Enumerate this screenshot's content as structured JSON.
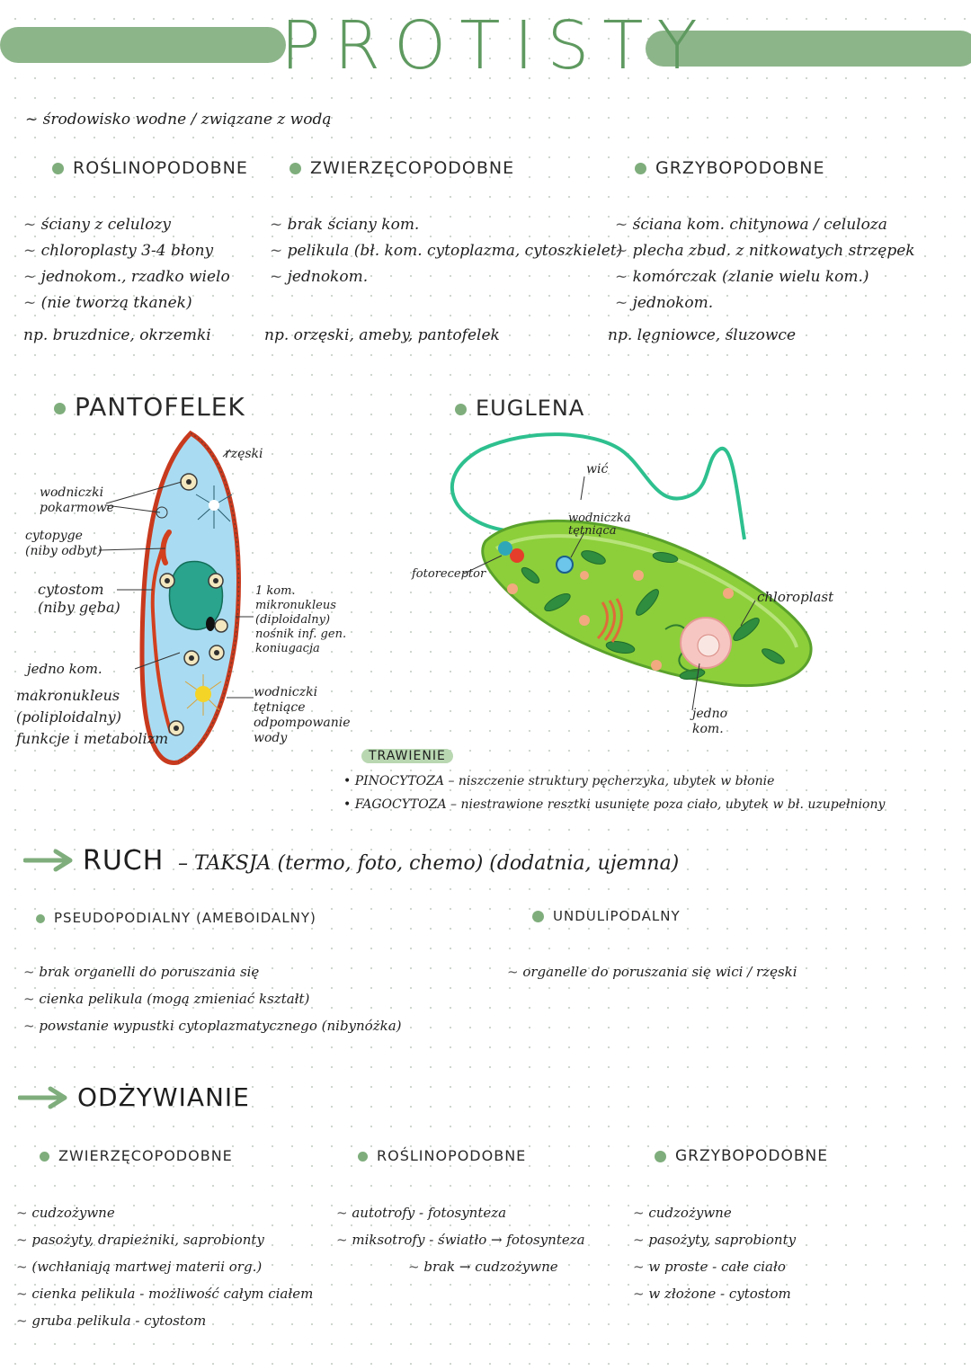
{
  "title": "PROTISTY",
  "intro": "środowisko wodne / związane z wodą",
  "groups": [
    {
      "heading": "ROŚLINOPODOBNE",
      "items": [
        "ściany z celulozy",
        "chloroplasty 3-4 błony",
        "jednokom., rzadko wielo",
        "(nie tworzą tkanek)"
      ],
      "example": "np. bruzdnice, okrzemki"
    },
    {
      "heading": "ZWIERZĘCOPODOBNE",
      "items": [
        "brak ściany kom.",
        "pelikula (bł. kom. cytoplazma, cytoszkielet)",
        "jednokom."
      ],
      "example": "np. orzęski, ameby, pantofelek"
    },
    {
      "heading": "GRZYBOPODOBNE",
      "items": [
        "ściana kom. chitynowa / celuloza",
        "plecha zbud. z nitkowatych strzępek",
        "komórczak (zlanie wielu kom.)",
        "jednokom."
      ],
      "example": "np. lęgniowce, śluzowce"
    }
  ],
  "pantofelek": {
    "heading": "PANTOFELEK",
    "labels": {
      "rzeski": "rzęski",
      "wodniczki_pokarmowe": "wodniczki\npokarmowe",
      "cytopyge": "cytopyge\n(niby odbyt)",
      "cytostom": "cytostom\n(niby gęba)",
      "jedno_kom": "jedno kom.",
      "makronukleus": "makronukleus\n(poliploidalny)\nfunkcje i metabolizm",
      "mikronukleus": "1 kom.\nmikronukleus\n(diploidalny)\nnośnik inf. gen.\nkoniugacja",
      "wodniczki_tetniace": "wodniczki\ntętniące\nodpompowanie\nwody"
    }
  },
  "euglena": {
    "heading": "EUGLENA",
    "labels": {
      "wic": "wić",
      "wodniczka": "wodniczka\ntętniąca",
      "fotoreceptor": "fotoreceptor",
      "chloroplast": "chloroplast",
      "jedno_kom": "jedno\nkom."
    }
  },
  "trawienie": {
    "tag": "TRAWIENIE",
    "lines": [
      "• PINOCYTOZA – niszczenie struktury pęcherzyka, ubytek w błonie",
      "• FAGOCYTOZA – niestrawione resztki usunięte poza ciało, ubytek w bł. uzupełniony"
    ]
  },
  "ruch": {
    "heading": "RUCH",
    "subtitle": "– TAKSJA (termo, foto, chemo) (dodatnia, ujemna)",
    "pseudo": {
      "heading": "PSEUDOPODIALNY (AMEBOIDALNY)",
      "items": [
        "brak organelli do poruszania się",
        "cienka pelikula (mogą zmieniać kształt)",
        "powstanie wypustki cytoplazmatycznego (nibynóżka)"
      ]
    },
    "undu": {
      "heading": "UNDULIPODALNY",
      "items": [
        "organelle do poruszania się wici / rzęski"
      ]
    }
  },
  "odzywianie": {
    "heading": "ODŻYWIANIE",
    "cols": [
      {
        "heading": "ZWIERZĘCOPODOBNE",
        "items": [
          "cudzożywne",
          "pasożyty, drapieżniki, saprobionty",
          "(wchłaniają martwej materii org.)",
          "cienka pelikula - możliwość całym ciałem",
          "gruba pelikula - cytostom"
        ]
      },
      {
        "heading": "ROŚLINOPODOBNE",
        "items": [
          "autotrofy - fotosynteza",
          "miksotrofy - światło → fotosynteza",
          "brak → cudzożywne"
        ]
      },
      {
        "heading": "GRZYBOPODOBNE",
        "items": [
          "cudzożywne",
          "pasożyty, saprobionty",
          "w proste - całe ciało",
          "w złożone - cytostom"
        ]
      }
    ]
  },
  "colors": {
    "accent": "#8db58a",
    "title": "#5f9a60",
    "cell_blue": "#9fd6ef",
    "euglena_green": "#8ccf3a"
  }
}
